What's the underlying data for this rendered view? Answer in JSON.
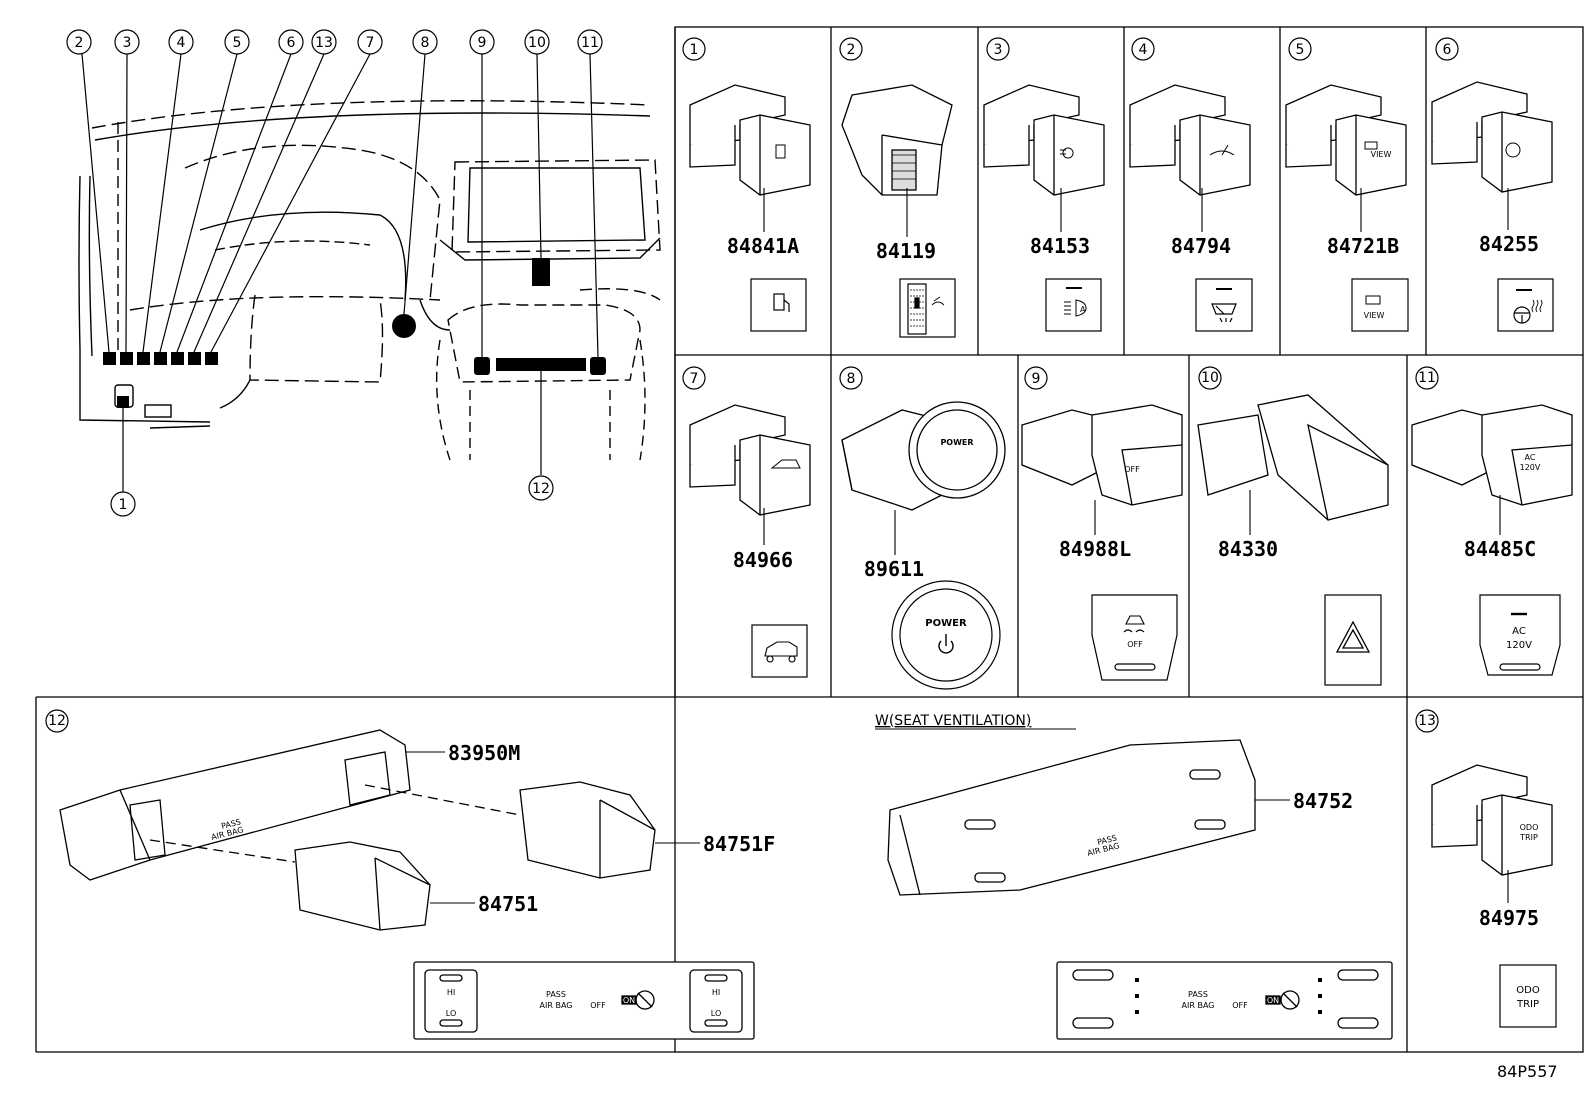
{
  "diagram": {
    "overview_callouts": [
      "2",
      "3",
      "4",
      "5",
      "6",
      "13",
      "7",
      "8",
      "9",
      "10",
      "11",
      "1",
      "12"
    ],
    "panels": [
      {
        "id": "1",
        "part": "84841A",
        "icon": "fuel-door-icon"
      },
      {
        "id": "2",
        "part": "84119",
        "icon": "dimmer-wheel-icon"
      },
      {
        "id": "3",
        "part": "84153",
        "icon": "auto-headlamp-icon"
      },
      {
        "id": "4",
        "part": "84794",
        "icon": "rear-wiper-icon"
      },
      {
        "id": "5",
        "part": "84721B",
        "icon": "view-camera-icon",
        "label": "VIEW"
      },
      {
        "id": "6",
        "part": "84255",
        "icon": "heated-steering-icon"
      },
      {
        "id": "7",
        "part": "84966",
        "icon": "power-liftgate-icon"
      },
      {
        "id": "8",
        "part": "89611",
        "icon": "power-button-icon",
        "label": "POWER"
      },
      {
        "id": "9",
        "part": "84988L",
        "icon": "traction-off-icon",
        "label": "OFF"
      },
      {
        "id": "10",
        "part": "84330",
        "icon": "hazard-triangle-icon"
      },
      {
        "id": "11",
        "part": "84485C",
        "icon": "ac-outlet-icon",
        "label_line1": "AC",
        "label_line2": "120V"
      },
      {
        "id": "13",
        "part": "84975",
        "icon": "odo-trip-icon",
        "label_line1": "ODO",
        "label_line2": "TRIP"
      }
    ],
    "seat_panel": {
      "id": "12",
      "variant_title": "W(SEAT VENTILATION)",
      "parts": [
        "83950M",
        "84751F",
        "84751",
        "84752"
      ],
      "airbag_line1": "PASS",
      "airbag_line2": "AIR BAG",
      "off_label": "OFF",
      "on_label": "ON",
      "hi_label": "HI",
      "lo_label": "LO"
    },
    "figure_code": "84P557"
  }
}
